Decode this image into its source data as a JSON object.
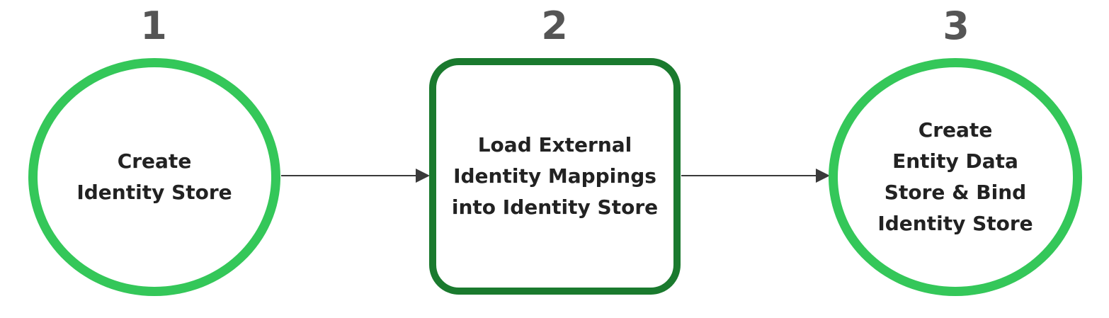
{
  "colors": {
    "circle_border": "#34c759",
    "rect_border": "#1a7a2e",
    "number_text": "#555555",
    "label_text": "#222222",
    "arrow": "#3a3a3a"
  },
  "steps": [
    {
      "number": "1",
      "label": "Create\nIdentity Store",
      "shape": "circle"
    },
    {
      "number": "2",
      "label": "Load External\nIdentity Mappings\ninto Identity Store",
      "shape": "rounded-rect"
    },
    {
      "number": "3",
      "label": "Create\nEntity Data\nStore & Bind\nIdentity Store",
      "shape": "circle"
    }
  ],
  "edges": [
    {
      "from": "1",
      "to": "2"
    },
    {
      "from": "2",
      "to": "3"
    }
  ]
}
